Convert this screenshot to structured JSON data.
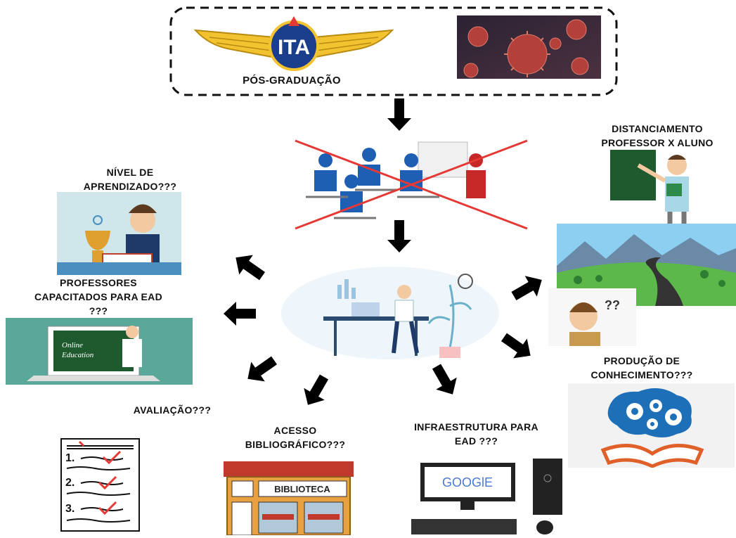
{
  "header": {
    "logo_text": "ITA",
    "caption": "PÓS-GRADUAÇÃO"
  },
  "labels": {
    "distanciamento": [
      "DISTANCIAMENTO",
      "PROFESSOR X ALUNO"
    ],
    "nivel": [
      "NÍVEL DE",
      "APRENDIZADO???"
    ],
    "professores": [
      "PROFESSORES",
      "CAPACITADOS PARA EAD",
      "???"
    ],
    "producao": [
      "PRODUÇÃO DE",
      "CONHECIMENTO???"
    ],
    "avaliacao": "AVALIAÇÃO???",
    "acesso": [
      "ACESSO",
      "BIBLIOGRÁFICO???"
    ],
    "infra": [
      "INFRAESTRUTURA PARA",
      "EAD ???"
    ]
  },
  "illustrations": {
    "chalkboard_text": [
      "Online",
      "Education"
    ],
    "library_sign": "BIBLIOTECA",
    "search_logo": "GOOGlE",
    "checklist_numbers": [
      "1.",
      "2.",
      "3."
    ],
    "question_marks": "??"
  },
  "colors": {
    "arrow": "#000000",
    "cross": "#e53935",
    "ita_blue": "#1a3e8c",
    "wing_gold": "#f2c230",
    "chalkboard": "#1f5a2e",
    "virus": "#b3403a"
  }
}
